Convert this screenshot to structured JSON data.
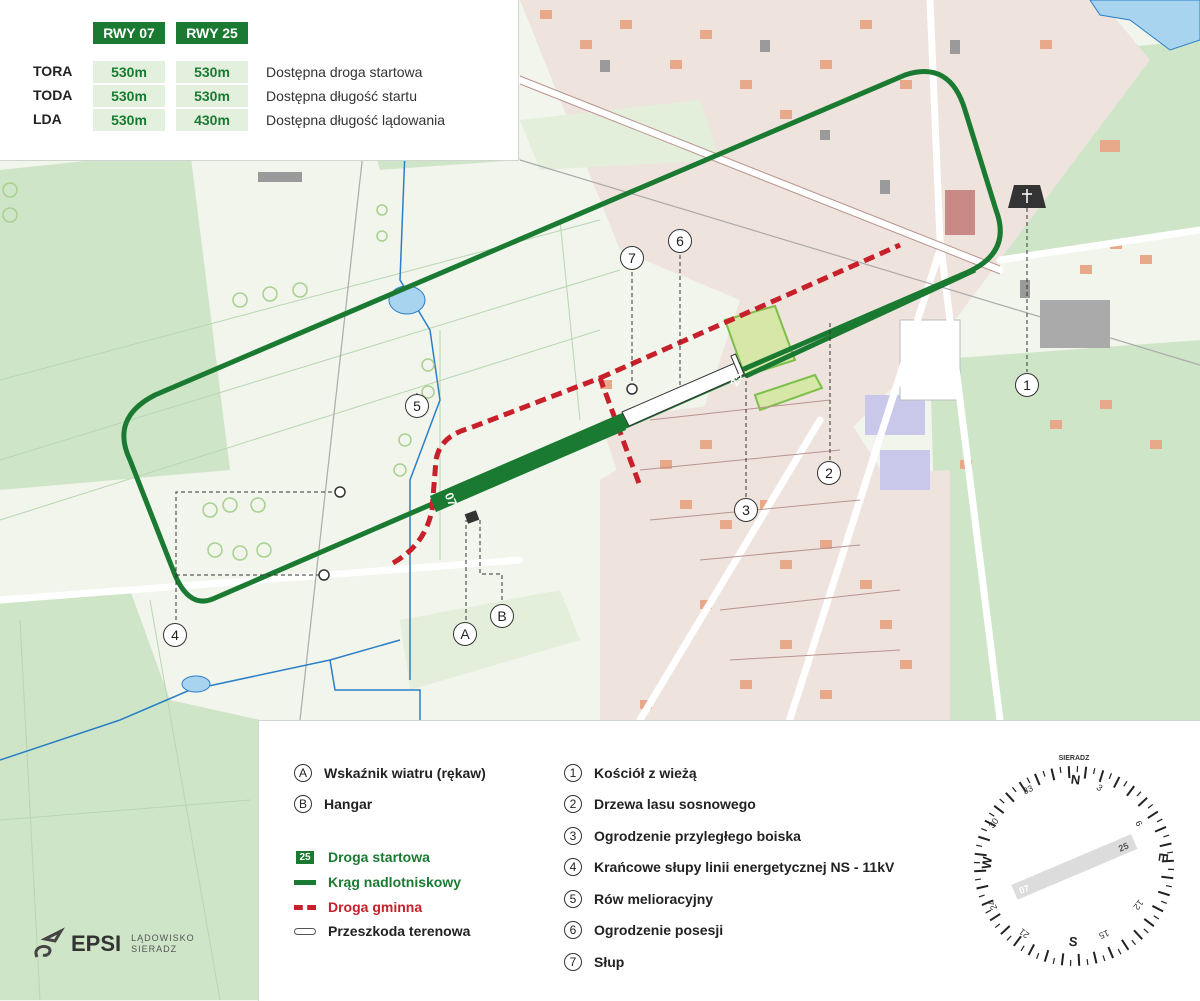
{
  "runway_table": {
    "headers": [
      "RWY 07",
      "RWY 25"
    ],
    "rows": [
      {
        "label": "TORA",
        "rwy07": "530m",
        "rwy25": "530m",
        "desc": "Dostępna droga startowa"
      },
      {
        "label": "TODA",
        "rwy07": "530m",
        "rwy25": "530m",
        "desc": "Dostępna długość startu"
      },
      {
        "label": "LDA",
        "rwy07": "530m",
        "rwy25": "430m",
        "desc": "Dostępna długość lądowania"
      }
    ]
  },
  "map": {
    "runway_labels": {
      "end07": "07",
      "end25": "25"
    },
    "markers": [
      "1",
      "2",
      "3",
      "4",
      "5",
      "6",
      "7",
      "A",
      "B"
    ],
    "church_icon": "church-cross-icon",
    "colors": {
      "runway": "#1a7a31",
      "circuit": "#1a7a31",
      "road": "#c8202a",
      "river": "#2b7fc6",
      "forest": "#cfe5c8",
      "urban": "#efe3dd",
      "building": "#e8a98a"
    }
  },
  "legend": {
    "letters": [
      {
        "key": "A",
        "text": "Wskaźnik wiatru (rękaw)"
      },
      {
        "key": "B",
        "text": "Hangar"
      }
    ],
    "symbols": [
      {
        "badge": "25",
        "text": "Droga startowa"
      },
      {
        "text": "Krąg nadlotniskowy"
      },
      {
        "text": "Droga gminna"
      },
      {
        "text": "Przeszkoda terenowa"
      }
    ],
    "numbers": [
      {
        "key": "1",
        "text": "Kościół z wieżą"
      },
      {
        "key": "2",
        "text": "Drzewa lasu sosnowego"
      },
      {
        "key": "3",
        "text": "Ogrodzenie przyległego boiska"
      },
      {
        "key": "4",
        "text": "Krańcowe słupy linii energetycznej NS - 11kV"
      },
      {
        "key": "5",
        "text": "Rów melioracyjny"
      },
      {
        "key": "6",
        "text": "Ogrodzenie posesji"
      },
      {
        "key": "7",
        "text": "Słup"
      }
    ]
  },
  "compass": {
    "title": "SIERADZ",
    "cardinals": {
      "n": "N",
      "e": "E",
      "s": "S",
      "w": "W"
    },
    "degrees": [
      "3",
      "6",
      "12",
      "15",
      "21",
      "24",
      "30",
      "33"
    ],
    "runway_labels": {
      "end07": "07",
      "end25": "25"
    }
  },
  "logo": {
    "name": "EPSI",
    "subtitle_line1": "LĄDOWISKO",
    "subtitle_line2": "SIERADZ"
  }
}
